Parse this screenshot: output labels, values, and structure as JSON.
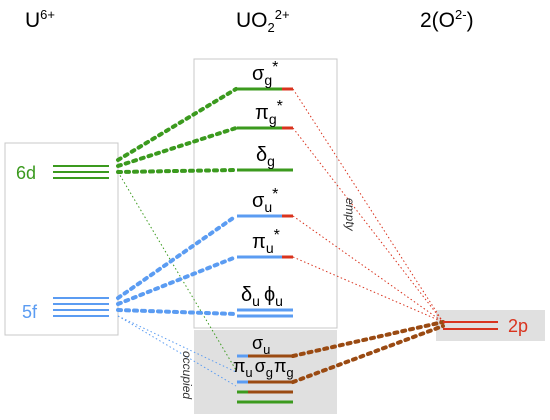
{
  "headers": {
    "left": {
      "base": "U",
      "sup": "6+"
    },
    "middle": {
      "base": "UO",
      "sub": "2",
      "sup": "2+"
    },
    "right": {
      "base": "2(O",
      "sup": "2-",
      "tail": ")"
    }
  },
  "atomic_levels": {
    "u_6d": "6d",
    "u_5f": "5f",
    "o_2p": "2p"
  },
  "molecular_orbitals": {
    "sigma_g_star": {
      "symbol": "σ",
      "sub": "g",
      "sup": "*"
    },
    "pi_g_star": {
      "symbol": "π",
      "sub": "g",
      "sup": "*"
    },
    "delta_g": {
      "symbol": "δ",
      "sub": "g"
    },
    "sigma_u_star": {
      "symbol": "σ",
      "sub": "u",
      "sup": "*"
    },
    "pi_u_star": {
      "symbol": "π",
      "sub": "u",
      "sup": "*"
    },
    "delta_phi_u": {
      "s1": "δ",
      "sub1": "u",
      "s2": "ϕ",
      "sub2": "u"
    },
    "sigma_u": {
      "symbol": "σ",
      "sub": "u"
    },
    "pi_sigma_pi": {
      "s1": "π",
      "sub1": "u",
      "s2": "σ",
      "sub2": "g",
      "s3": "π",
      "sub3": "g"
    }
  },
  "annotations": {
    "empty": "empty",
    "occupied": "occupied"
  },
  "colors": {
    "green_6d": "#3b9a1e",
    "blue_5f": "#5b9cf2",
    "red_2p": "#d9331e",
    "brown_dots": "#9a4a12",
    "box_border": "#c8c8c8",
    "shade": "#e0e0e0"
  }
}
